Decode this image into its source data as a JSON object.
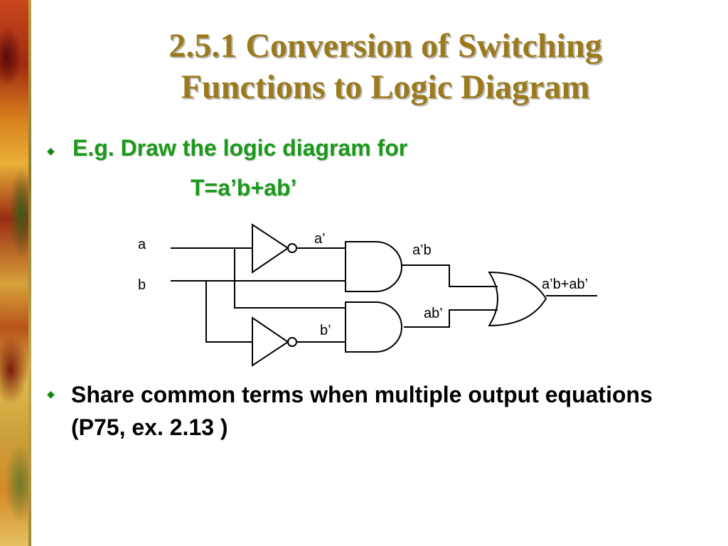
{
  "slide": {
    "title_line1": "2.5.1 Conversion of Switching",
    "title_line2": "Functions to Logic Diagram",
    "bullet1_line1": "E.g. Draw the logic diagram for",
    "bullet1_line2": "T=a’b+ab’",
    "bullet2": "Share common terms when multiple output equations (P75, ex. 2.13 )"
  },
  "diagram": {
    "input_a": "a",
    "input_b": "b",
    "not_a_label": "a’",
    "not_b_label": "b’",
    "and1_label": "a’b",
    "and2_label": "ab’",
    "or_label": "a’b+ab’"
  },
  "colors": {
    "title": "#9b7a1c",
    "bullet_text": "#1a9a1a",
    "body_text": "#000000"
  }
}
